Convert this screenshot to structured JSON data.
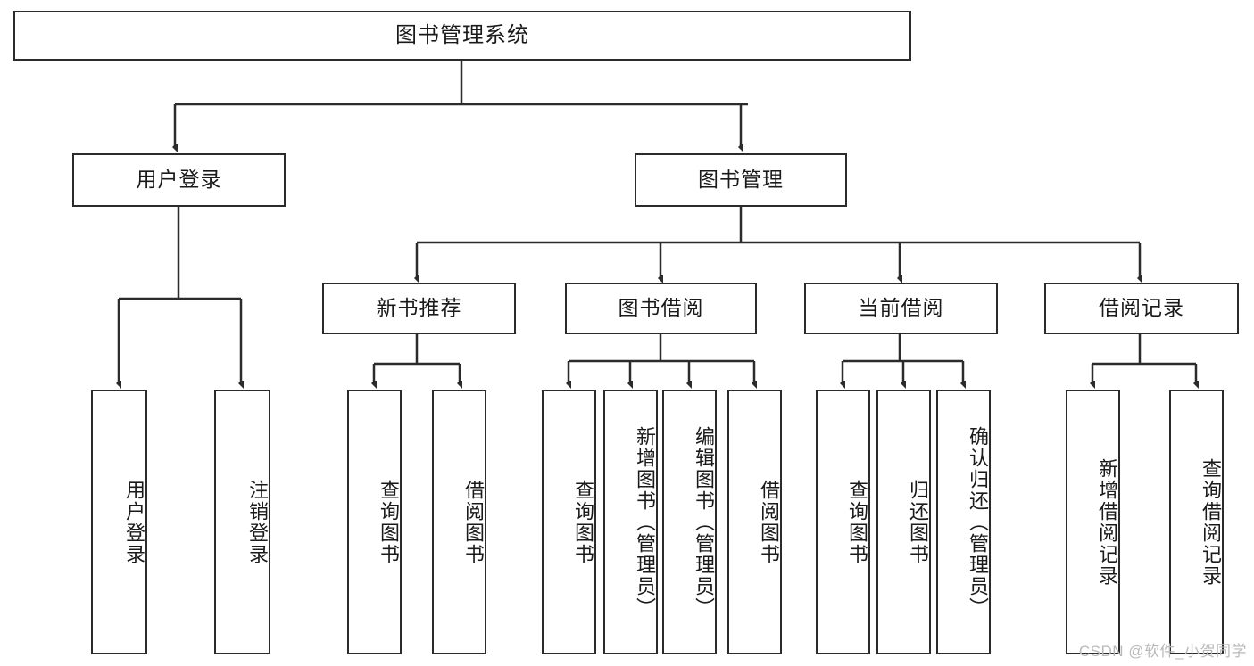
{
  "diagram": {
    "title": "图书管理系统",
    "type": "hierarchy-tree",
    "watermark": "CSDN @软件_小贺同学",
    "colors": {
      "stroke": "#2b2b2b",
      "fill": "#ffffff",
      "text": "#1a1a1a",
      "watermark": "#b9b9b9"
    },
    "levels": {
      "root": {
        "label": "图书管理系统"
      },
      "level2": [
        {
          "id": "user-login",
          "label": "用户登录"
        },
        {
          "id": "book-manage",
          "label": "图书管理"
        }
      ],
      "level3": [
        {
          "id": "new-book-rec",
          "label": "新书推荐",
          "parent": "book-manage"
        },
        {
          "id": "book-borrow",
          "label": "图书借阅",
          "parent": "book-manage"
        },
        {
          "id": "current-borrow",
          "label": "当前借阅",
          "parent": "book-manage"
        },
        {
          "id": "borrow-record",
          "label": "借阅记录",
          "parent": "book-manage"
        }
      ],
      "leaves": [
        {
          "id": "leaf-user-login",
          "label": "用户登录",
          "parent": "user-login"
        },
        {
          "id": "leaf-user-logout",
          "label": "注销登录",
          "parent": "user-login"
        },
        {
          "id": "leaf-query-book-1",
          "label": "查询图书",
          "parent": "new-book-rec"
        },
        {
          "id": "leaf-borrow-book-1",
          "label": "借阅图书",
          "parent": "new-book-rec"
        },
        {
          "id": "leaf-query-book-2",
          "label": "查询图书",
          "parent": "book-borrow"
        },
        {
          "id": "leaf-add-book",
          "label": "新增图书（管理员）",
          "parent": "book-borrow"
        },
        {
          "id": "leaf-edit-book",
          "label": "编辑图书（管理员）",
          "parent": "book-borrow"
        },
        {
          "id": "leaf-borrow-book-2",
          "label": "借阅图书",
          "parent": "book-borrow"
        },
        {
          "id": "leaf-query-book-3",
          "label": "查询图书",
          "parent": "current-borrow"
        },
        {
          "id": "leaf-return-book",
          "label": "归还图书",
          "parent": "current-borrow"
        },
        {
          "id": "leaf-confirm-return",
          "label": "确认归还（管理员）",
          "parent": "current-borrow"
        },
        {
          "id": "leaf-add-record",
          "label": "新增借阅记录",
          "parent": "borrow-record"
        },
        {
          "id": "leaf-query-record",
          "label": "查询借阅记录",
          "parent": "borrow-record"
        }
      ]
    }
  }
}
